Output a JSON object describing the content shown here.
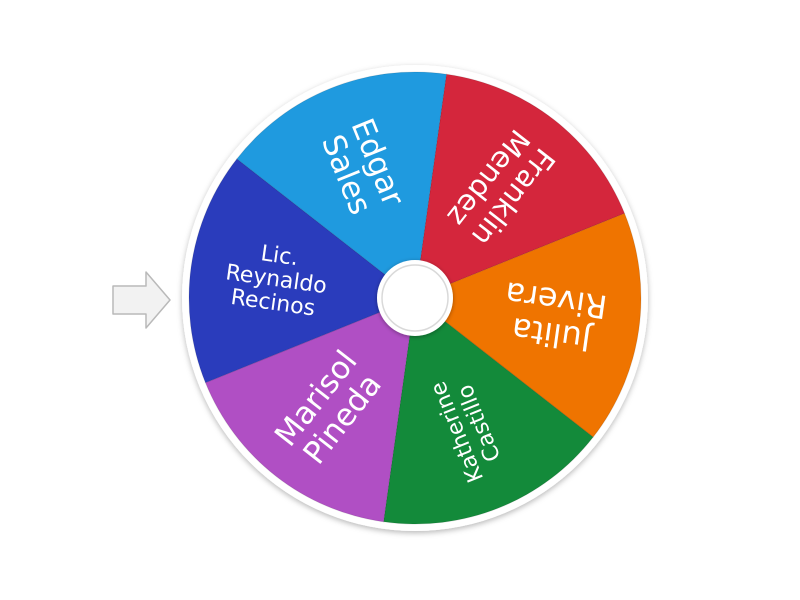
{
  "wheel": {
    "segments": [
      {
        "label": [
          "Franklin",
          "Mendez"
        ],
        "color": "#d4263c",
        "font_size": 29
      },
      {
        "label": [
          "Julita",
          "Rivera"
        ],
        "color": "#ef7400",
        "font_size": 32
      },
      {
        "label": [
          "Katherine",
          "Castillo"
        ],
        "color": "#138a3a",
        "font_size": 22
      },
      {
        "label": [
          "Marisol",
          "Pineda"
        ],
        "color": "#b04fc4",
        "font_size": 31
      },
      {
        "label": [
          "Lic.",
          "Reynaldo",
          "Recinos"
        ],
        "color": "#2a3cbc",
        "font_size": 22
      },
      {
        "label": [
          "Edgar",
          "Sales"
        ],
        "color": "#1f9adf",
        "font_size": 31
      }
    ],
    "pointer_icon": "arrow-right-icon",
    "hub_icon": "spin-hub-icon"
  }
}
